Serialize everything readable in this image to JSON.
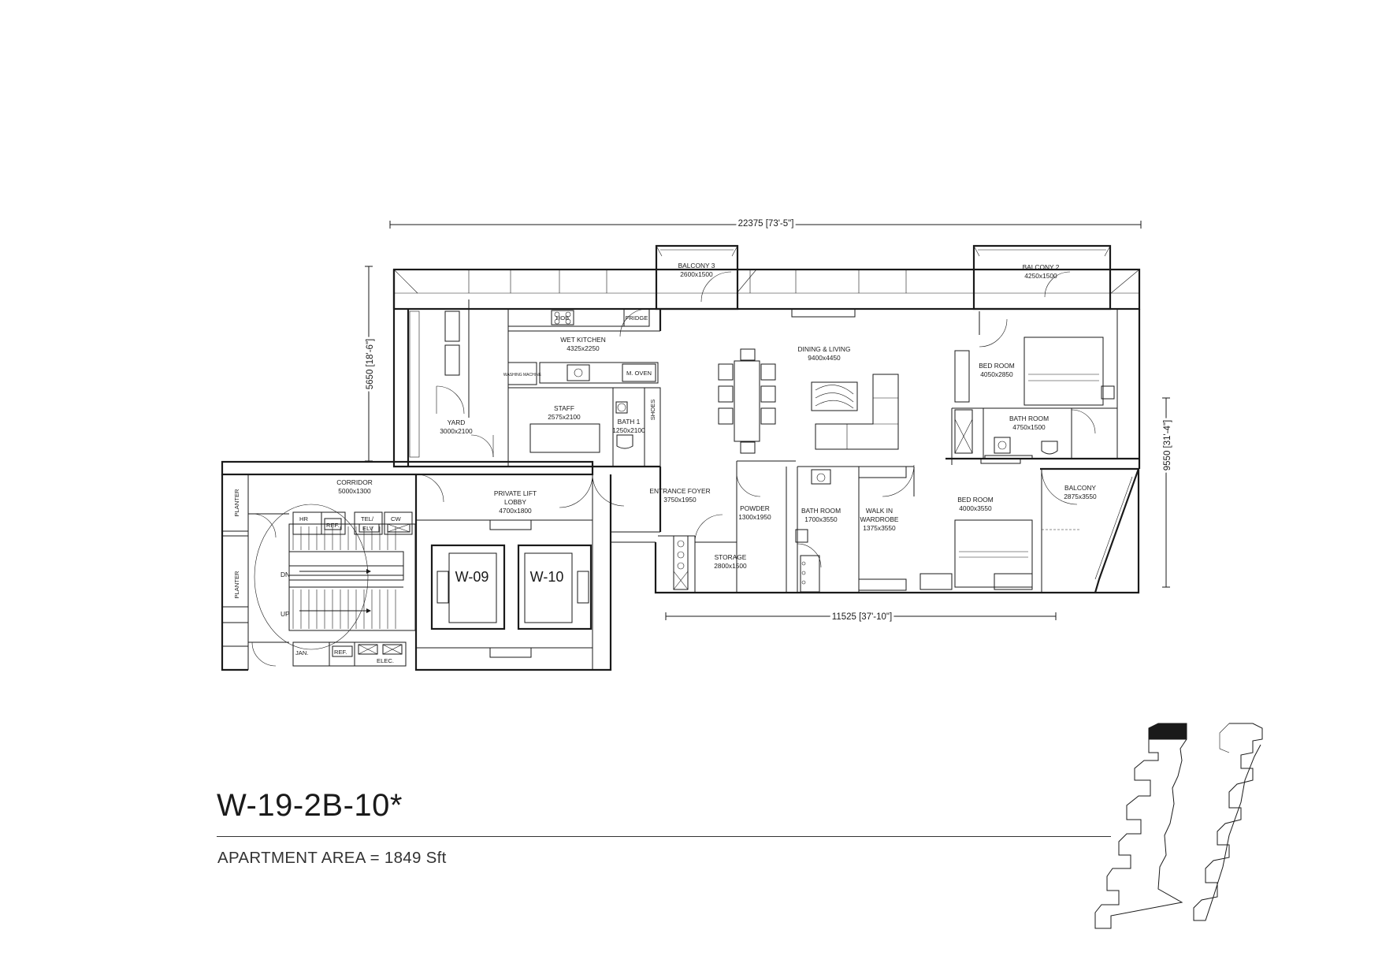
{
  "unit_title": "W-19-2B-10*",
  "apartment_area": "APARTMENT AREA = 1849 Sft",
  "dimensions": {
    "top": "22375 [73'-5\"]",
    "bottom": "11525 [37'-10\"]",
    "left": "5650 [18'-6\"]",
    "right": "9550 [31'-4\"]"
  },
  "rooms": {
    "balcony3": {
      "name": "BALCONY 3",
      "size": "2600x1500"
    },
    "balcony2": {
      "name": "BALCONY 2",
      "size": "4250x1500"
    },
    "wet_kitchen": {
      "name": "WET KITCHEN",
      "size": "4325x2250"
    },
    "dining_living": {
      "name": "DINING & LIVING",
      "size": "9400x4450"
    },
    "bedroom1": {
      "name": "BED ROOM",
      "size": "4050x2850"
    },
    "bathroom1": {
      "name": "BATH ROOM",
      "size": "4750x1500"
    },
    "yard": {
      "name": "YARD",
      "size": "3000x2100"
    },
    "staff": {
      "name": "STAFF",
      "size": "2575x2100"
    },
    "bath1": {
      "name": "BATH 1",
      "size": "1250x2100"
    },
    "corridor": {
      "name": "CORRIDOR",
      "size": "5000x1300"
    },
    "lift_lobby": {
      "name1": "PRIVATE LIFT",
      "name2": "LOBBY",
      "size": "4700x1800"
    },
    "entrance_foyer": {
      "name": "ENTRANCE FOYER",
      "size": "3750x1950"
    },
    "powder": {
      "name": "POWDER",
      "size": "1300x1950"
    },
    "storage": {
      "name": "STORAGE",
      "size": "2800x1500"
    },
    "bathroom2": {
      "name": "BATH ROOM",
      "size": "1700x3550"
    },
    "walkin": {
      "name1": "WALK IN",
      "name2": "WARDROBE",
      "size": "1375x3550"
    },
    "bedroom2": {
      "name": "BED ROOM",
      "size": "4000x3550"
    },
    "balcony": {
      "name": "BALCONY",
      "size": "2875x3550"
    }
  },
  "fixtures": {
    "fridge": "FRIDGE",
    "hob": "HOB",
    "m_oven": "M. OVEN",
    "washing": "WASHING MACHINE",
    "shoes": "SHOES",
    "planter": "PLANTER",
    "dn": "DN",
    "up": "UP",
    "hr": "HR",
    "ref": "REF.",
    "tel": "TEL/",
    "elv": "ELV",
    "cw": "CW",
    "jan": "JAN.",
    "elec": "ELEC."
  },
  "lifts": [
    "W-09",
    "W-10"
  ]
}
